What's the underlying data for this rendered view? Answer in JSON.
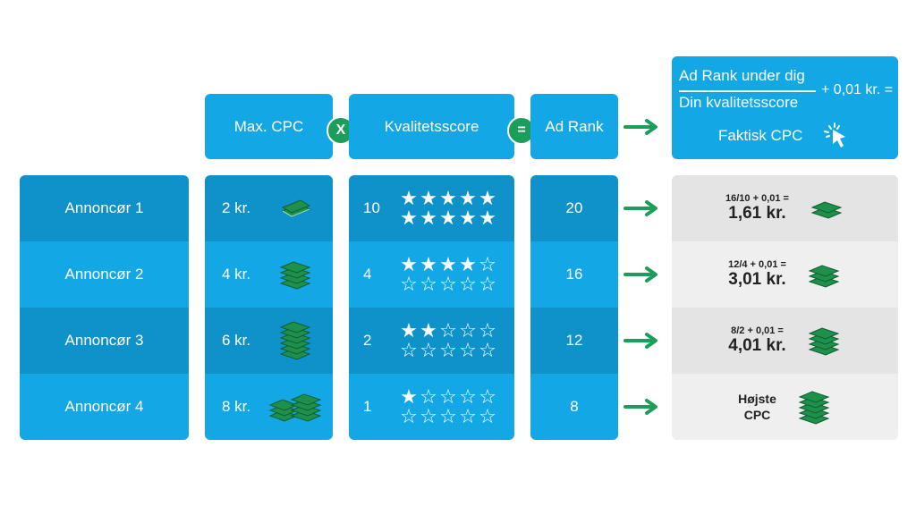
{
  "headers": {
    "max_cpc": "Max. CPC",
    "times": "X",
    "quality": "Kvalitetsscore",
    "equals": "=",
    "ad_rank": "Ad Rank"
  },
  "formula": {
    "numerator": "Ad Rank under dig",
    "denominator": "Din kvalitetsscore",
    "suffix": "+ 0,01 kr. =",
    "result_label": "Faktisk CPC"
  },
  "rows": [
    {
      "advertiser": "Annoncør 1",
      "cpc": "2 kr.",
      "score": "10",
      "filled_stars": 10,
      "ad_rank": "20",
      "calc": "16/10 + 0,01 =",
      "actual": "1,61 kr."
    },
    {
      "advertiser": "Annoncør 2",
      "cpc": "4 kr.",
      "score": "4",
      "filled_stars": 4,
      "ad_rank": "16",
      "calc": "12/4 + 0,01 =",
      "actual": "3,01 kr."
    },
    {
      "advertiser": "Annoncør 3",
      "cpc": "6 kr.",
      "score": "2",
      "filled_stars": 2,
      "ad_rank": "12",
      "calc": "8/2 + 0,01 =",
      "actual": "4,01 kr."
    },
    {
      "advertiser": "Annoncør 4",
      "cpc": "8 kr.",
      "score": "1",
      "filled_stars": 1,
      "ad_rank": "8",
      "highest_line1": "Højste",
      "highest_line2": "CPC"
    }
  ],
  "icons": {
    "money": "money-stack-icon",
    "cursor": "cursor-click-icon",
    "star": "star-icon",
    "arrow": "arrow-right-icon"
  },
  "colors": {
    "blue": "#13a7e6",
    "blue_dark": "#0f92c9",
    "green": "#1b9e5a",
    "grey": "#e4e4e4"
  }
}
